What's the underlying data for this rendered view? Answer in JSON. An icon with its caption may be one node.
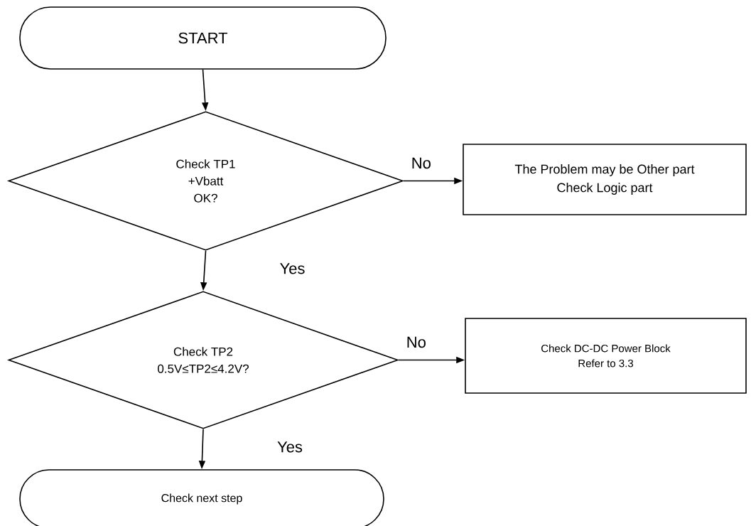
{
  "diagram": {
    "nodes": [
      {
        "text": [
          "START"
        ]
      },
      {
        "text": [
          "Check TP1",
          "+Vbatt",
          "OK?"
        ]
      },
      {
        "text": [
          "The Problem may be Other part",
          "Check Logic part"
        ]
      },
      {
        "text": [
          "Check TP2",
          "0.5V≤TP2≤4.2V?"
        ]
      },
      {
        "text": [
          "Check DC-DC Power Block",
          "Refer to 3.3"
        ]
      },
      {
        "text": [
          "Check next step"
        ]
      }
    ],
    "edges": [
      {
        "from": 0,
        "to": 1,
        "arrow": "to"
      },
      {
        "from": 1,
        "to": 2,
        "arrow": "to",
        "label": "No"
      },
      {
        "from": 1,
        "to": 3,
        "arrow": "to",
        "label": "Yes"
      },
      {
        "from": 3,
        "to": 4,
        "arrow": "to",
        "label": "No"
      },
      {
        "from": 3,
        "to": 5,
        "arrow": "to",
        "label": "Yes"
      }
    ]
  }
}
